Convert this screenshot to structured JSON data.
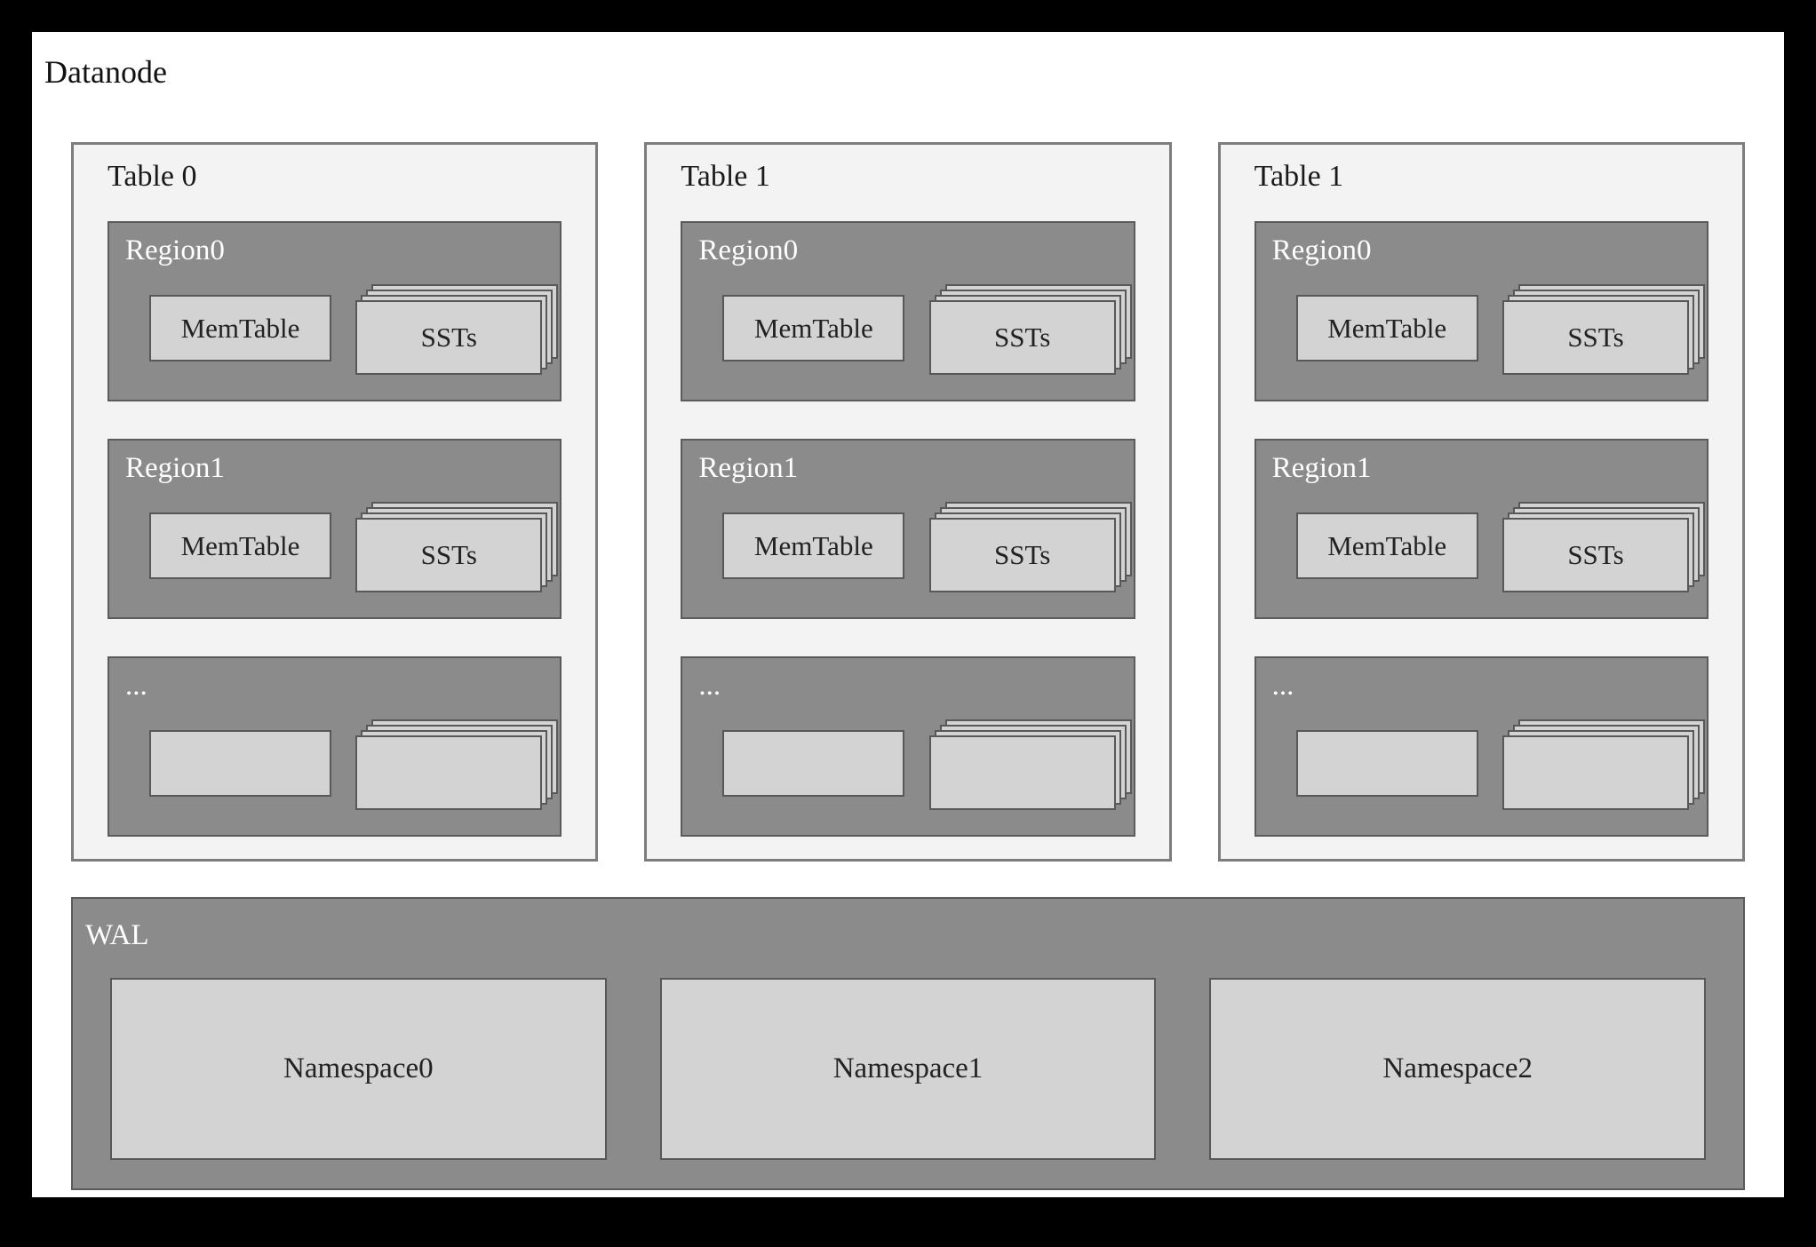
{
  "title": "Datanode",
  "tables": [
    {
      "label": "Table 0",
      "regions": [
        {
          "label": "Region0",
          "memtable": "MemTable",
          "ssts": "SSTs"
        },
        {
          "label": "Region1",
          "memtable": "MemTable",
          "ssts": "SSTs"
        },
        {
          "label": "...",
          "memtable": "",
          "ssts": ""
        }
      ]
    },
    {
      "label": "Table 1",
      "regions": [
        {
          "label": "Region0",
          "memtable": "MemTable",
          "ssts": "SSTs"
        },
        {
          "label": "Region1",
          "memtable": "MemTable",
          "ssts": "SSTs"
        },
        {
          "label": "...",
          "memtable": "",
          "ssts": ""
        }
      ]
    },
    {
      "label": "Table 1",
      "regions": [
        {
          "label": "Region0",
          "memtable": "MemTable",
          "ssts": "SSTs"
        },
        {
          "label": "Region1",
          "memtable": "MemTable",
          "ssts": "SSTs"
        },
        {
          "label": "...",
          "memtable": "",
          "ssts": ""
        }
      ]
    }
  ],
  "wal": {
    "label": "WAL",
    "namespaces": [
      "Namespace0",
      "Namespace1",
      "Namespace2"
    ]
  },
  "colors": {
    "outer_frame": "#000000",
    "canvas": "#ffffff",
    "table_background": "#f3f3f3",
    "region_background": "#8b8b8b",
    "light_box_background": "#d3d3d3",
    "dark_border": "#585858",
    "label_on_dark": "#ffffff"
  }
}
